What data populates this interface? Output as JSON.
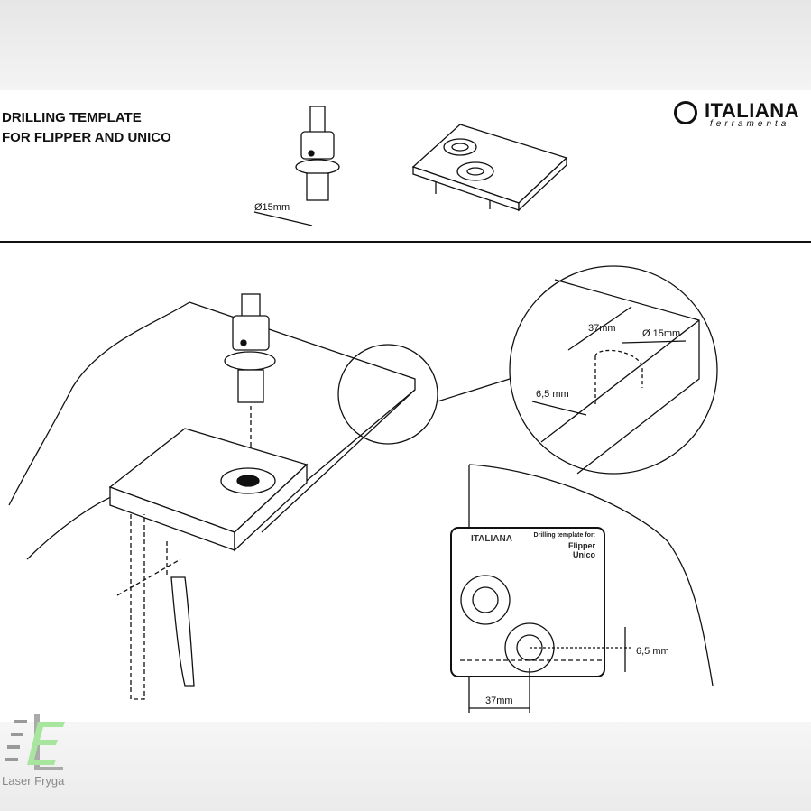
{
  "header": {
    "title_line1": "DRILLING TEMPLATE",
    "title_line2": "FOR FLIPPER AND UNICO"
  },
  "logo": {
    "brand": "ITALIANA",
    "sub": "ferramenta"
  },
  "labels": {
    "bit_diameter": "Ø15mm",
    "detail_distance": "37mm",
    "detail_diameter": "Ø 15mm",
    "detail_edge": "6,5 mm",
    "plan_edge": "6,5 mm",
    "plan_distance": "37mm"
  },
  "template_plate": {
    "heading": "Drilling template for:",
    "line1": "Flipper",
    "line2": "Unico"
  },
  "watermark": {
    "text": "Laser Fryga",
    "accent": "#a8e6a0"
  }
}
